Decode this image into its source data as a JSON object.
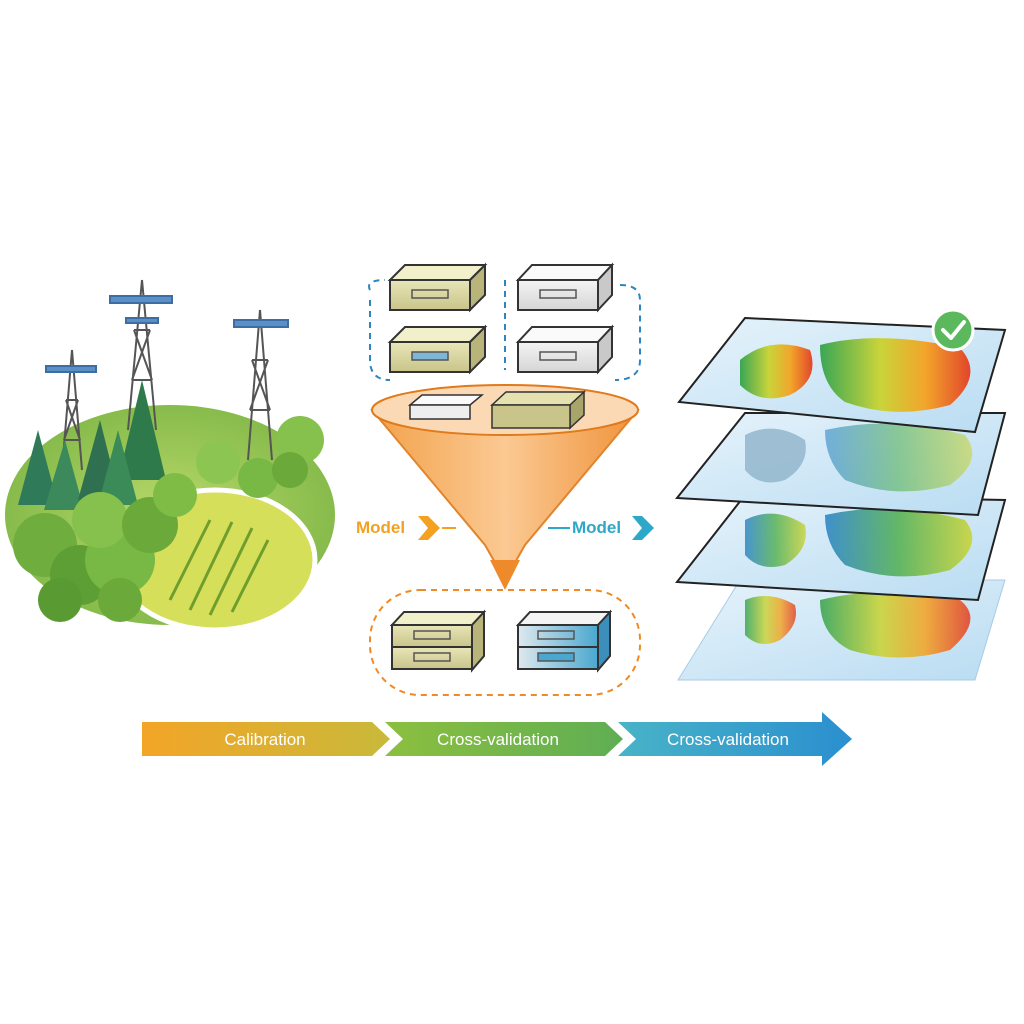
{
  "diagram": {
    "left_arrow_label": "Model",
    "right_arrow_label": "Model",
    "stages": [
      {
        "label": "Calibration"
      },
      {
        "label": "Cross-validation"
      },
      {
        "label": "Cross-validation"
      }
    ],
    "check_icon": "check-circle-icon"
  },
  "colors": {
    "calibration": "#f4a72a",
    "cross_validation_green": "#7ab648",
    "cross_validation_blue": "#2e9ad0",
    "funnel": "#f08a28",
    "model_left": "#f4a020",
    "model_right": "#2ea8c8",
    "check": "#5cb85c"
  }
}
